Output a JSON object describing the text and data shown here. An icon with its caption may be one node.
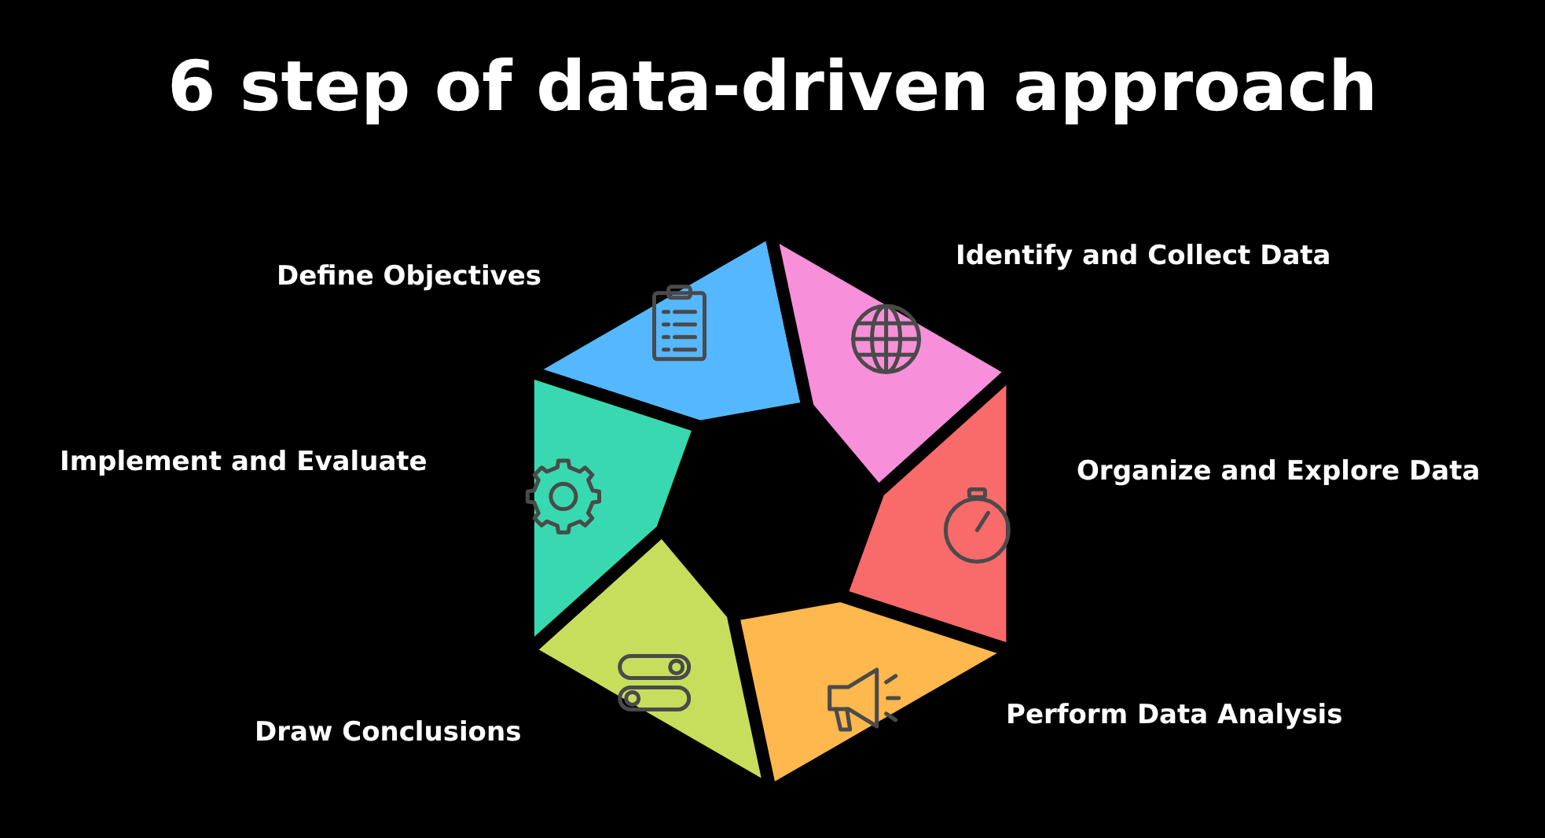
{
  "diagram": {
    "title": "6 step of data-driven approach",
    "nodes": [
      {
        "text": [
          "Define Objectives"
        ]
      },
      {
        "text": [
          "Identify and Collect Data"
        ]
      },
      {
        "text": [
          "Organize and Explore Data"
        ]
      },
      {
        "text": [
          "Perform Data Analysis"
        ]
      },
      {
        "text": [
          "Draw Conclusions"
        ]
      },
      {
        "text": [
          "Implement and Evaluate"
        ]
      }
    ]
  }
}
